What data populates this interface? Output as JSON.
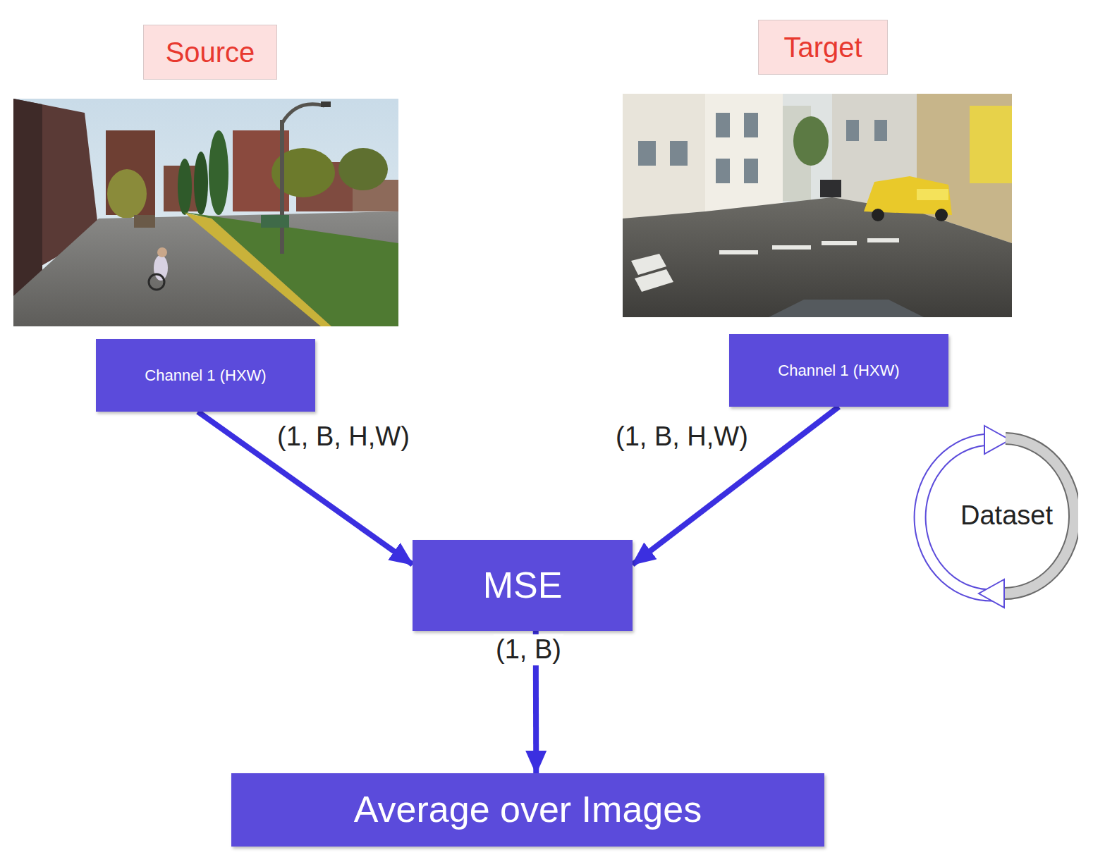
{
  "diagram": {
    "nodes": [
      {
        "text": [
          "Source"
        ]
      },
      {
        "text": [
          "Target"
        ]
      },
      {
        "text": [
          "Channel 1 (HXW)"
        ]
      },
      {
        "text": [
          "Channel 1 (HXW)"
        ]
      },
      {
        "text": [
          "Dataset"
        ]
      },
      {
        "text": [
          "MSE"
        ]
      },
      {
        "text": [
          "Average over Images"
        ]
      }
    ],
    "edges": [
      {
        "from": 2,
        "to": 5,
        "label": "(1, B, H,W)",
        "arrow": "to"
      },
      {
        "from": 3,
        "to": 5,
        "label": "(1, B, H,W)",
        "arrow": "to"
      },
      {
        "from": 5,
        "to": 6,
        "label": "(1, B)",
        "arrow": "to"
      }
    ]
  }
}
